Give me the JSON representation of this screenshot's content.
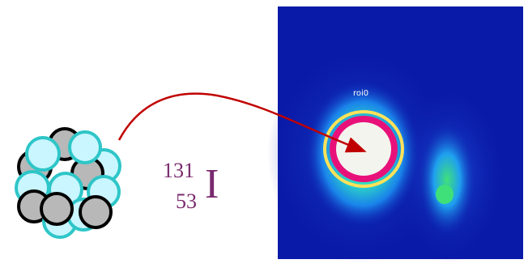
{
  "isotope": {
    "mass_number": "131",
    "atomic_number": "53",
    "symbol": "I"
  },
  "scan": {
    "roi_label": "roi0"
  },
  "colors": {
    "arrow": "#c00000",
    "isotope_text": "#7a2a6e",
    "scan_background": "#0a1aa8",
    "nucleon_cyan": "#c9f6ff",
    "nucleon_gray": "#b8b8b8"
  }
}
